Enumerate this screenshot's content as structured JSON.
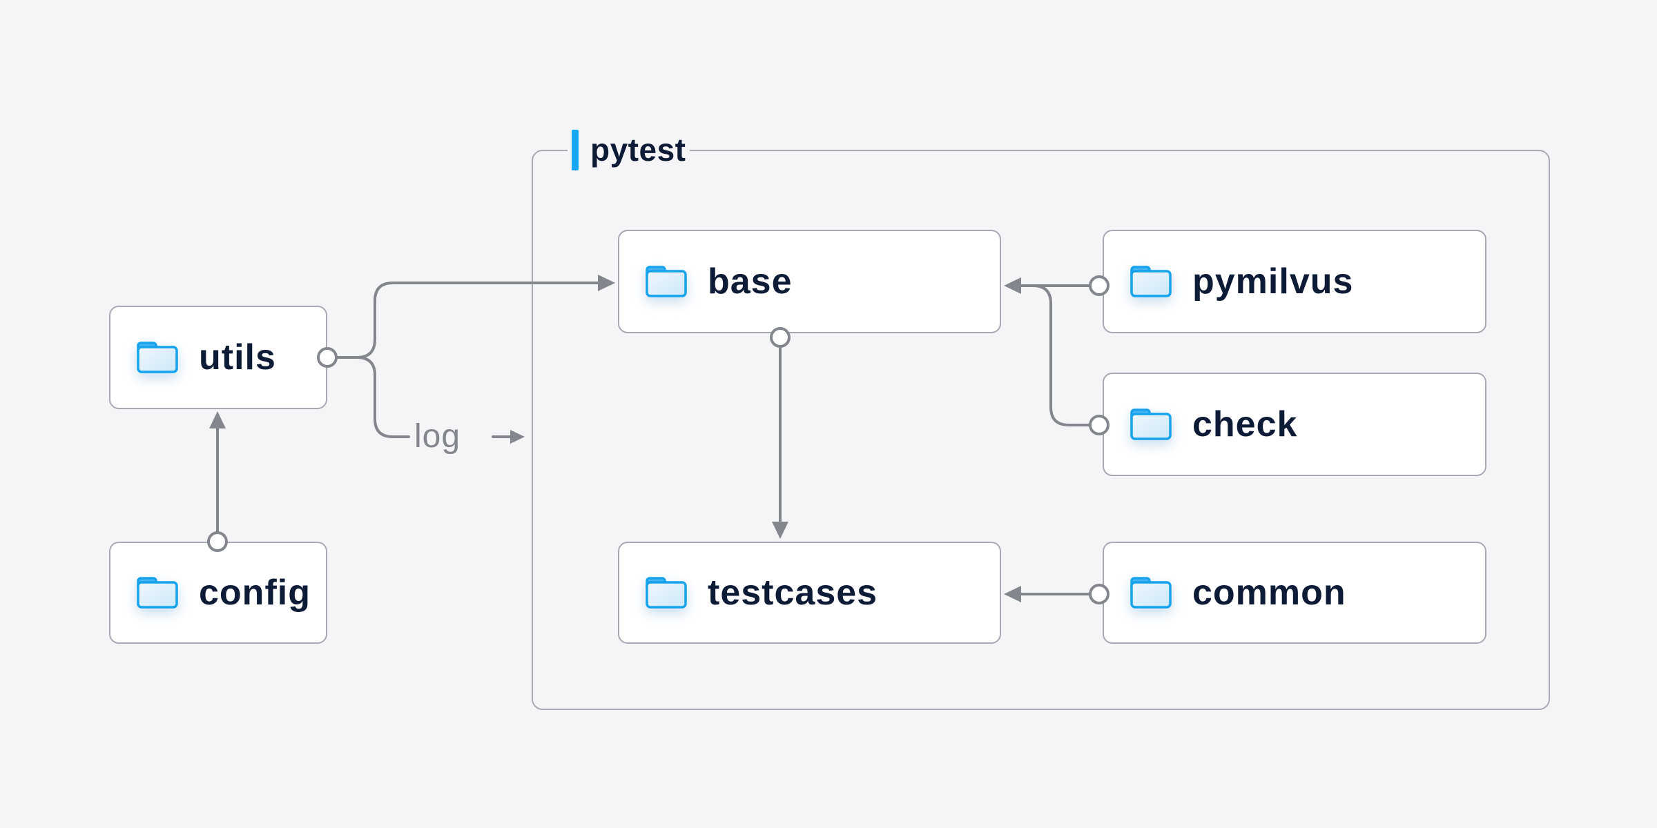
{
  "group": {
    "label": "pytest",
    "members": [
      "base",
      "pymilvus",
      "check",
      "testcases",
      "common"
    ]
  },
  "nodes": [
    {
      "id": "utils",
      "label": "utils",
      "icon": "folder-icon",
      "inside_group": false
    },
    {
      "id": "config",
      "label": "config",
      "icon": "folder-icon",
      "inside_group": false
    },
    {
      "id": "base",
      "label": "base",
      "icon": "folder-icon",
      "inside_group": true
    },
    {
      "id": "pymilvus",
      "label": "pymilvus",
      "icon": "folder-icon",
      "inside_group": true
    },
    {
      "id": "check",
      "label": "check",
      "icon": "folder-icon",
      "inside_group": true
    },
    {
      "id": "testcases",
      "label": "testcases",
      "icon": "folder-icon",
      "inside_group": true
    },
    {
      "id": "common",
      "label": "common",
      "icon": "folder-icon",
      "inside_group": true
    }
  ],
  "edges": {
    "log_label": "log",
    "list": [
      {
        "from": "config",
        "to": "utils"
      },
      {
        "from": "utils",
        "to": "base"
      },
      {
        "from": "utils",
        "to": "log",
        "label": "log"
      },
      {
        "from": "pymilvus",
        "to": "base"
      },
      {
        "from": "check",
        "to": "base"
      },
      {
        "from": "base",
        "to": "testcases"
      },
      {
        "from": "common",
        "to": "testcases"
      }
    ]
  },
  "colors": {
    "background": "#f5f5f7",
    "node_fill": "#ffffff",
    "border": "#a7a9b4",
    "connector": "#84868e",
    "text": "#0e1b36",
    "accent": "#14a7f5",
    "folder_outline": "#17a3ec",
    "folder_tab": "#47b5f2",
    "folder_body_light": "#eef7fd",
    "folder_body_dark": "#cde8f9"
  }
}
